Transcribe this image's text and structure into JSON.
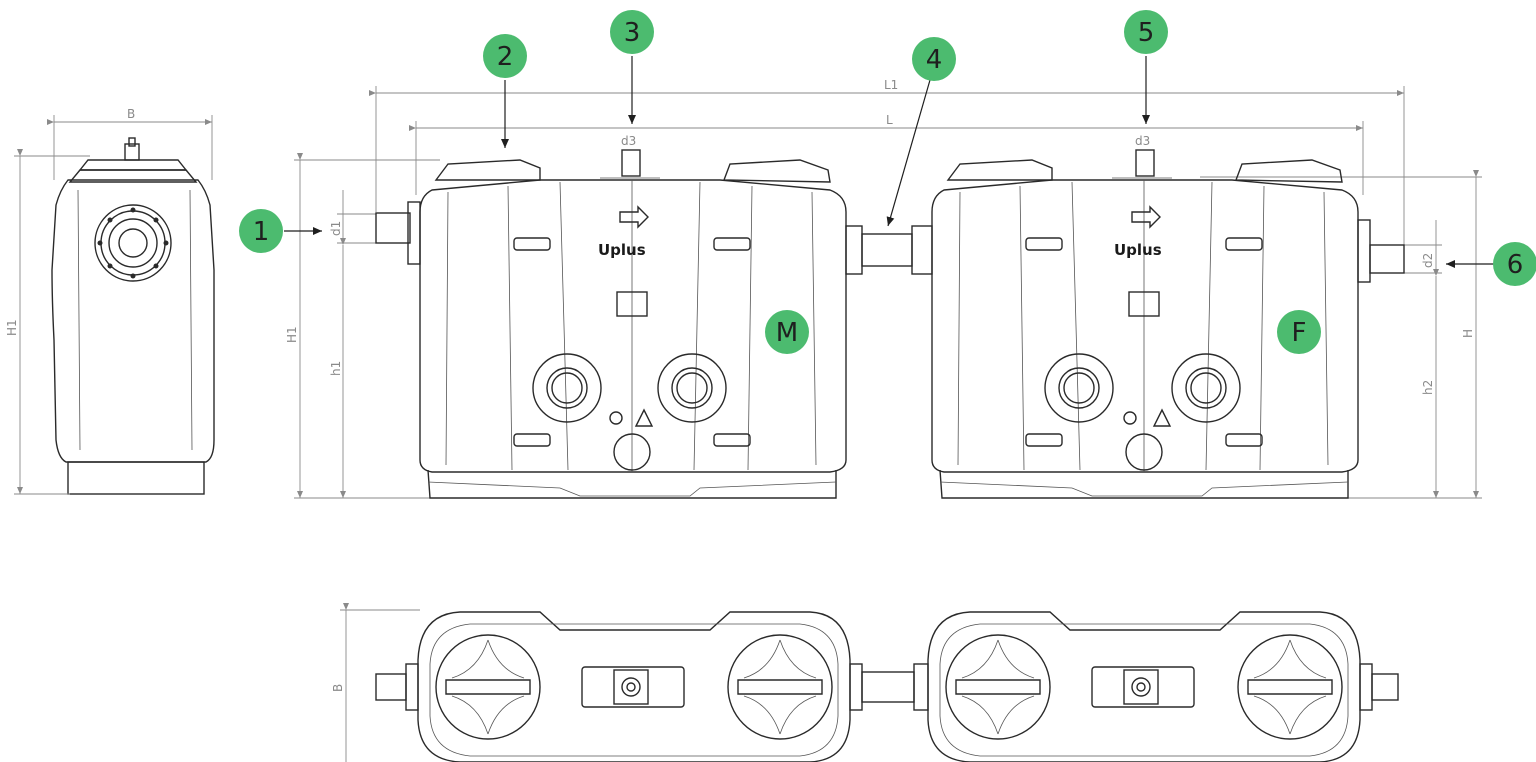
{
  "dimensions": {
    "B": "B",
    "H1": "H1",
    "L1": "L1",
    "L": "L",
    "d1": "d1",
    "d2": "d2",
    "d3": "d3",
    "h1": "h1",
    "h2": "h2",
    "H": "H"
  },
  "badges": {
    "inlet": "1",
    "cover": "2",
    "vent_m": "3",
    "connector": "4",
    "vent_f": "5",
    "outlet": "6",
    "tank_m": "M",
    "tank_f": "F"
  },
  "brand": {
    "name": "Uplus",
    "accent": "#4cbb6f"
  }
}
